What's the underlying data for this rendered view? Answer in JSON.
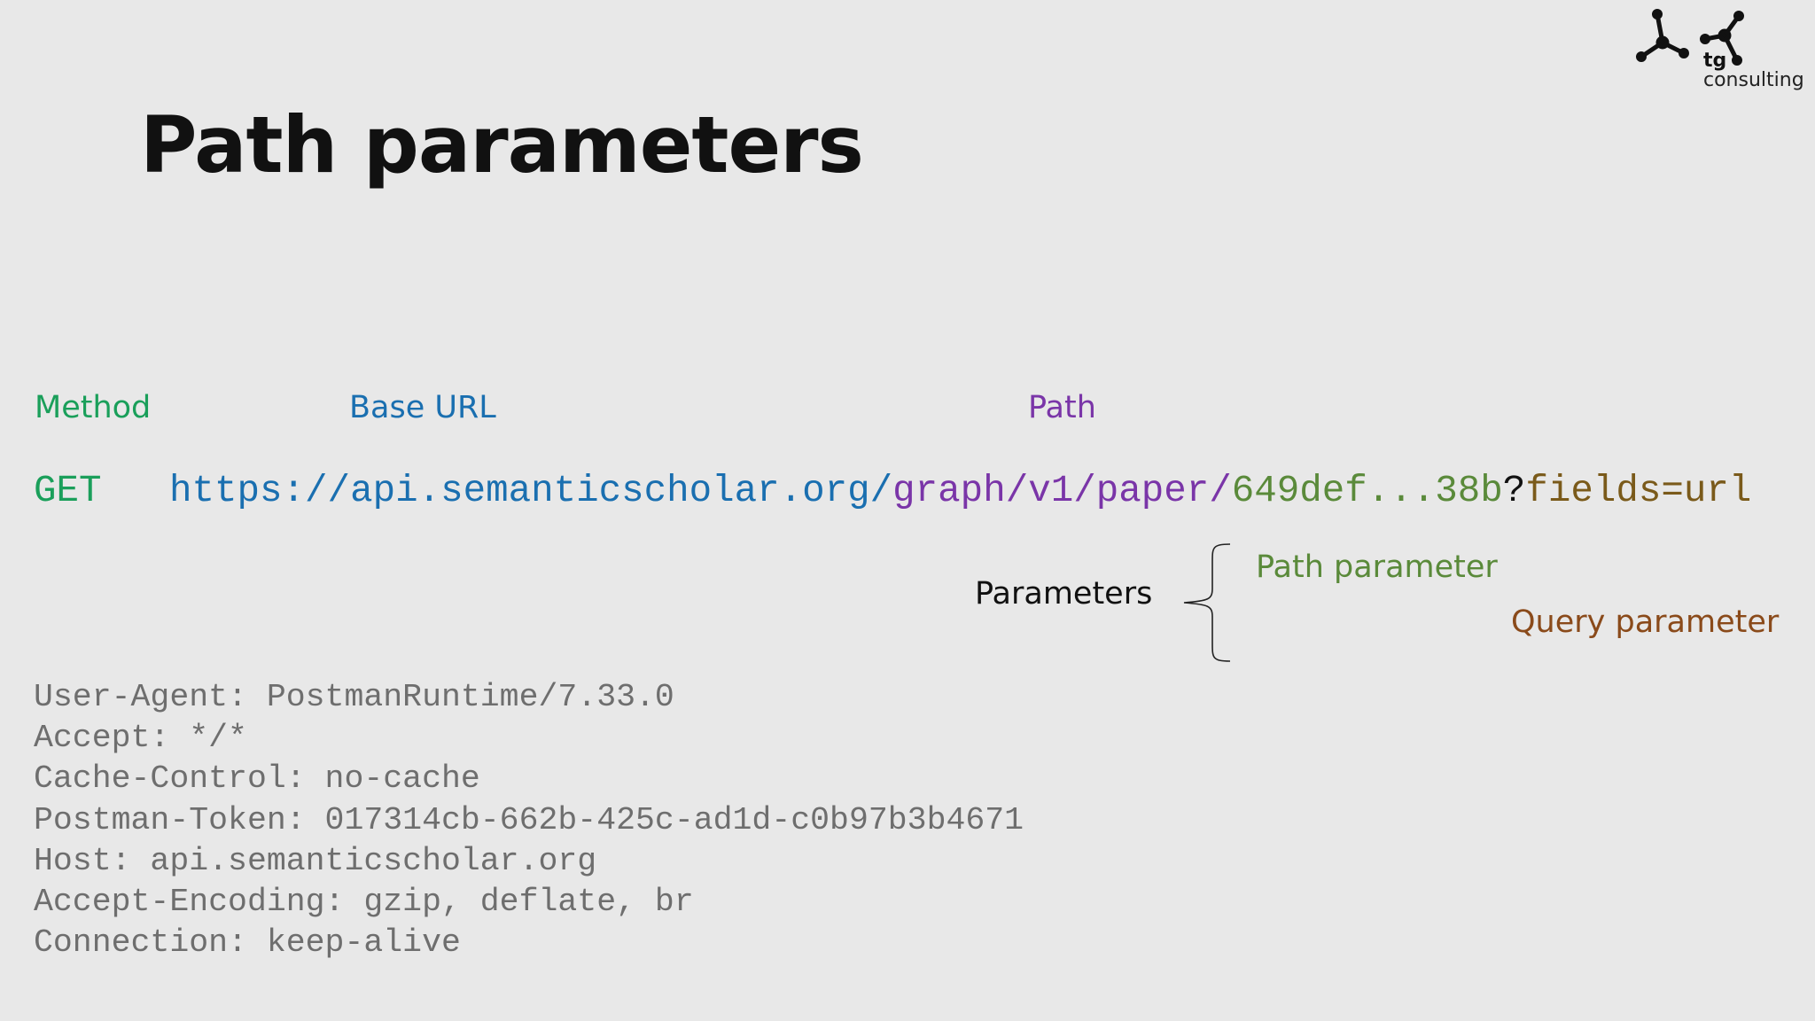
{
  "slide": {
    "title": "Path parameters",
    "logo": {
      "mark_line1": "tg",
      "mark_line2": "consulting"
    }
  },
  "labels": {
    "method": "Method",
    "base_url": "Base URL",
    "path": "Path"
  },
  "request": {
    "method": "GET",
    "base_url": "https://api.semanticscholar.org/",
    "path": "graph/v1/paper/",
    "path_param": "649def...38b",
    "query_sep": "?",
    "query": "fields=url"
  },
  "parameters": {
    "label": "Parameters",
    "path_parameter": "Path parameter",
    "query_parameter": "Query parameter"
  },
  "headers": [
    "User-Agent: PostmanRuntime/7.33.0",
    "Accept: */*",
    "Cache-Control: no-cache",
    "Postman-Token: 017314cb-662b-425c-ad1d-c0b97b3b4671",
    "Host: api.semanticscholar.org",
    "Accept-Encoding: gzip, deflate, br",
    "Connection: keep-alive"
  ],
  "colors": {
    "background": "#e8e8e8",
    "method": "#1a9f5a",
    "base_url": "#1a6fb0",
    "path": "#7a35a8",
    "path_param": "#5a8a3a",
    "query": "#7a5a1a",
    "query_label": "#8a4a1a",
    "headers": "#6e6e6e"
  }
}
